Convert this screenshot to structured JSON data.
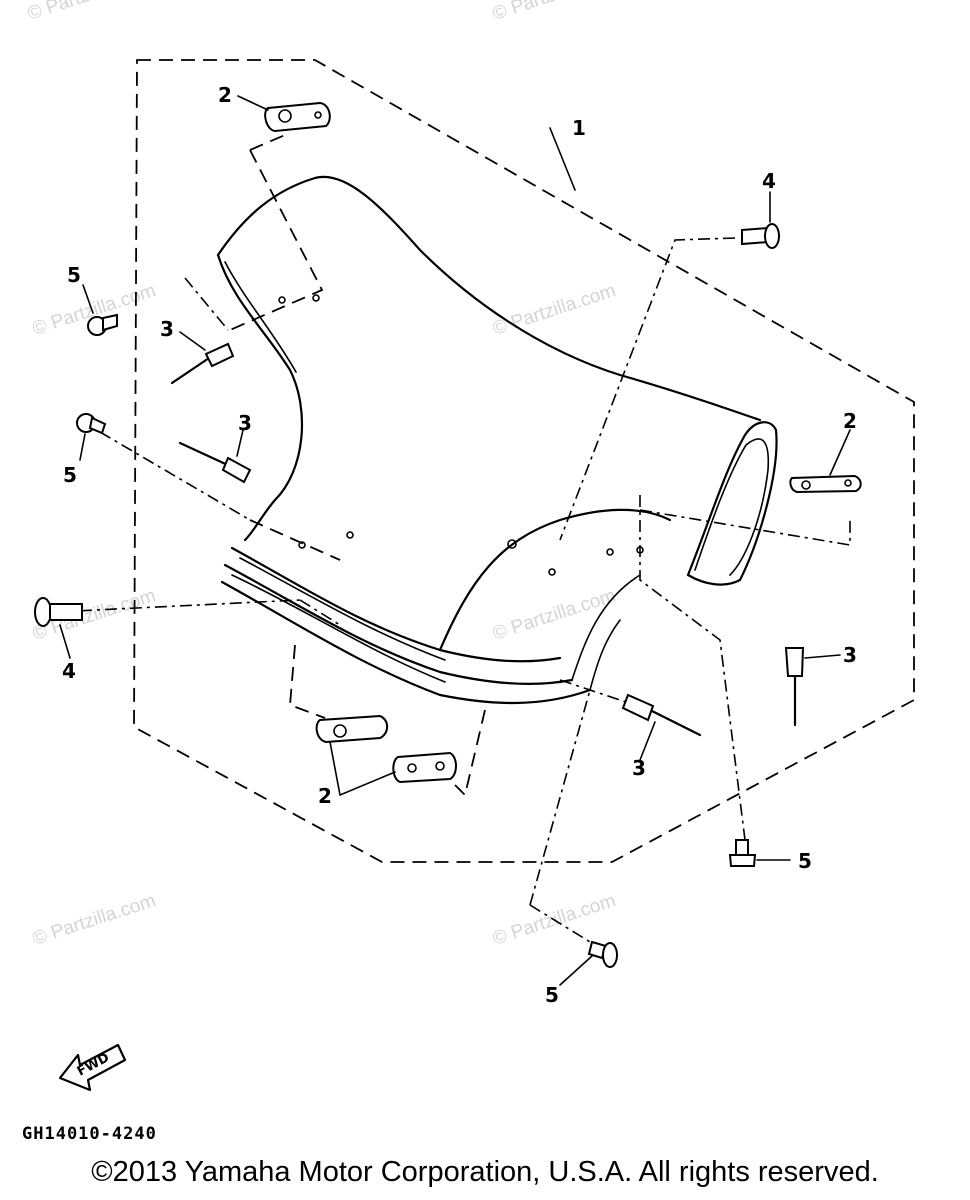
{
  "diagram": {
    "callouts": {
      "p1": "1",
      "p2": "2",
      "p3": "3",
      "p4": "4",
      "p5": "5"
    },
    "fwd_label": "FWD",
    "drawing_code": "GH14010-4240",
    "copyright": "©2013 Yamaha Motor Corporation, U.S.A. All rights reserved.",
    "watermark": "© Partzilla.com"
  }
}
